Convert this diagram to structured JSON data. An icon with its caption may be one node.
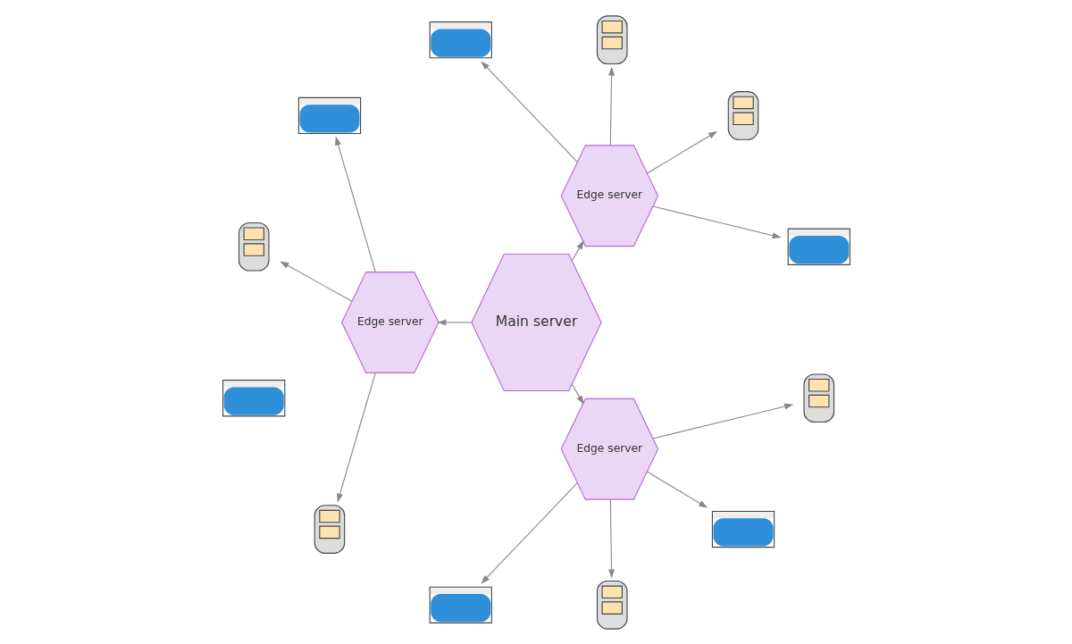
{
  "diagram": {
    "nodes": [
      {
        "text": [
          "Main server"
        ]
      },
      {
        "text": [
          "Edge server"
        ]
      },
      {
        "text": [
          "Edge server"
        ]
      },
      {
        "text": [
          "Edge server"
        ]
      },
      {
        "text": [],
        "shape": "picture"
      },
      {
        "text": [],
        "shape": "picture"
      },
      {
        "text": [],
        "shape": "picture"
      },
      {
        "text": [],
        "shape": "picture"
      },
      {
        "text": [],
        "shape": "picture"
      },
      {
        "text": [],
        "shape": "picture"
      },
      {
        "text": [],
        "shape": "picture"
      },
      {
        "text": [],
        "shape": "picture"
      },
      {
        "text": [],
        "shape": "picture"
      },
      {
        "text": [],
        "shape": "picture"
      },
      {
        "text": [],
        "shape": "picture"
      },
      {
        "text": [],
        "shape": "picture"
      }
    ],
    "edges": [
      {
        "from": 0,
        "to": 1,
        "arrow": "to"
      },
      {
        "from": 0,
        "to": 2,
        "arrow": "to"
      },
      {
        "from": 0,
        "to": 3,
        "arrow": "to"
      },
      {
        "from": 1,
        "to": 4,
        "arrow": "to"
      },
      {
        "from": 1,
        "to": 5,
        "arrow": "to"
      },
      {
        "from": 1,
        "to": 6,
        "arrow": "to"
      },
      {
        "from": 1,
        "to": 7,
        "arrow": "to"
      },
      {
        "from": 2,
        "to": 8,
        "arrow": "to"
      },
      {
        "from": 2,
        "to": 9,
        "arrow": "to"
      },
      {
        "from": 2,
        "to": 11,
        "arrow": "to"
      },
      {
        "from": 3,
        "to": 12,
        "arrow": "to"
      },
      {
        "from": 3,
        "to": 13,
        "arrow": "to"
      },
      {
        "from": 3,
        "to": 14,
        "arrow": "to"
      },
      {
        "from": 3,
        "to": 15,
        "arrow": "to"
      }
    ]
  }
}
